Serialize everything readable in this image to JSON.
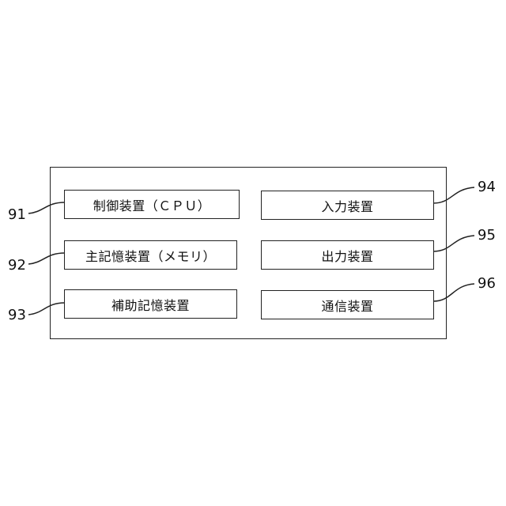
{
  "components": [
    {
      "ref": "91",
      "label": "制御装置（ＣＰＵ）"
    },
    {
      "ref": "92",
      "label": "主記憶装置（メモリ）"
    },
    {
      "ref": "93",
      "label": "補助記憶装置"
    },
    {
      "ref": "94",
      "label": "入力装置"
    },
    {
      "ref": "95",
      "label": "出力装置"
    },
    {
      "ref": "96",
      "label": "通信装置"
    }
  ]
}
